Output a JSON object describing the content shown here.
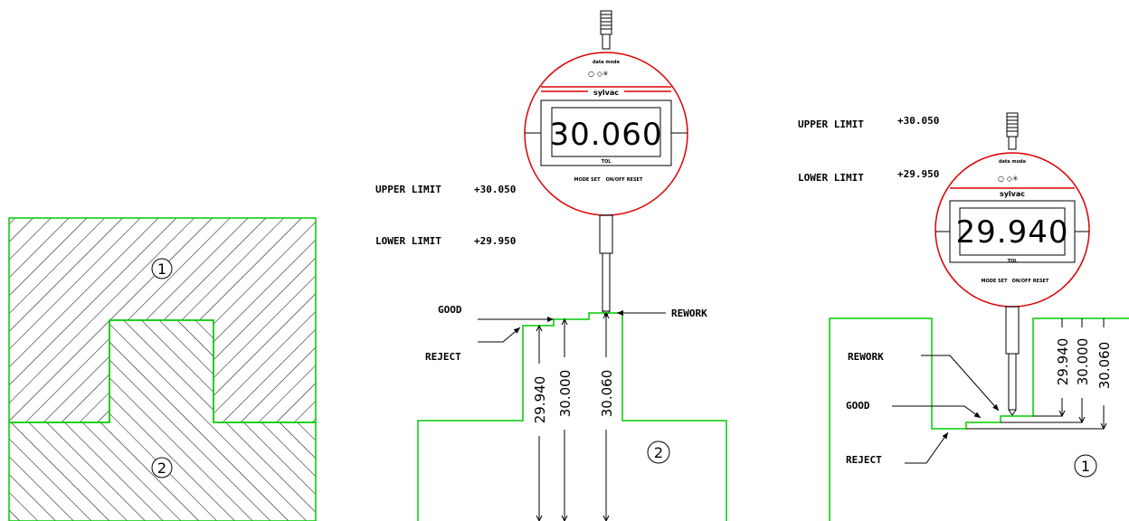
{
  "left_figure": {
    "part_upper_label": "1",
    "part_lower_label": "2"
  },
  "middle_figure": {
    "upper_limit_label": "UPPER LIMIT",
    "upper_limit_value": "+30.050",
    "lower_limit_label": "LOWER LIMIT",
    "lower_limit_value": "+29.950",
    "display_value": "30.060",
    "good_label": "GOOD",
    "reject_label": "REJECT",
    "rework_label": "REWORK",
    "dim_1": "29.940",
    "dim_2": "30.000",
    "dim_3": "30.060",
    "part_label": "2"
  },
  "right_figure": {
    "upper_limit_label": "UPPER LIMIT",
    "upper_limit_value": "+30.050",
    "lower_limit_label": "LOWER LIMIT",
    "lower_limit_value": "+29.950",
    "display_value": "29.940",
    "rework_label": "REWORK",
    "good_label": "GOOD",
    "reject_label": "REJECT",
    "dim_1": "29.940",
    "dim_2": "30.000",
    "dim_3": "30.060",
    "part_label": "1"
  },
  "indicator": {
    "brand": "sylvac",
    "top_text": "data mode",
    "tol_text": "TOL",
    "btn_left": "MODE SET",
    "btn_right": "ON/OFF RESET"
  },
  "colors": {
    "outline": "#00cc00",
    "indicator_ring": "#dd0000",
    "ink": "#000000"
  }
}
